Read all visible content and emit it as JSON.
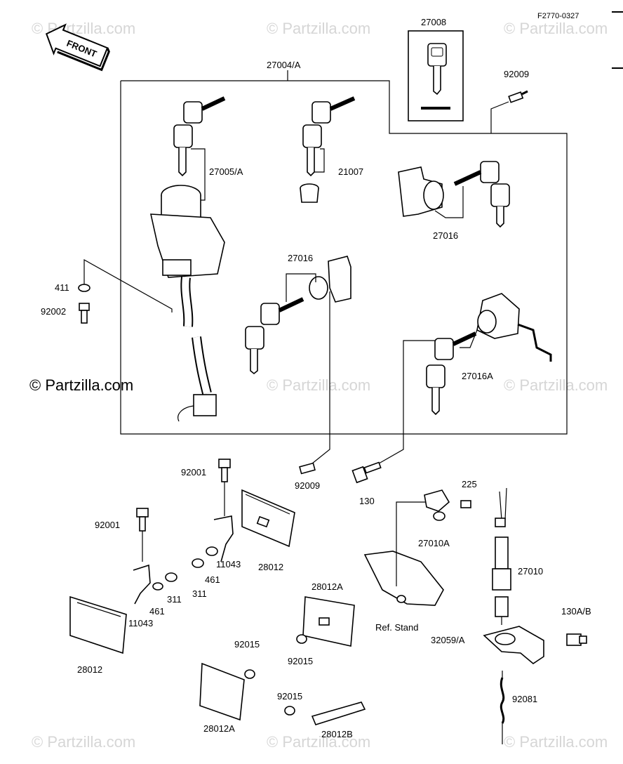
{
  "diagram": {
    "code": "F2770-0327",
    "front_label": "FRONT",
    "watermark": "© Partzilla.com",
    "watermark_main": "© Partzilla.com",
    "ref_stand_label": "Ref. Stand"
  },
  "parts": {
    "p27004A": "27004/A",
    "p27008": "27008",
    "p92009a": "92009",
    "p92009b": "92009",
    "p27005A": "27005/A",
    "p21007": "21007",
    "p27016a": "27016",
    "p27016b": "27016",
    "p27016A": "27016A",
    "p411": "411",
    "p92002": "92002",
    "p130": "130",
    "p225": "225",
    "p27010A": "27010A",
    "p27010": "27010",
    "p92001a": "92001",
    "p92001b": "92001",
    "p11043a": "11043",
    "p11043b": "11043",
    "p461a": "461",
    "p461b": "461",
    "p311a": "311",
    "p311b": "311",
    "p28012a": "28012",
    "p28012b": "28012",
    "p28012A_a": "28012A",
    "p28012A_b": "28012A",
    "p28012B": "28012B",
    "p92015a": "92015",
    "p92015b": "92015",
    "p92015c": "92015",
    "p130AB": "130A/B",
    "p32059A": "32059/A",
    "p92081": "92081"
  }
}
